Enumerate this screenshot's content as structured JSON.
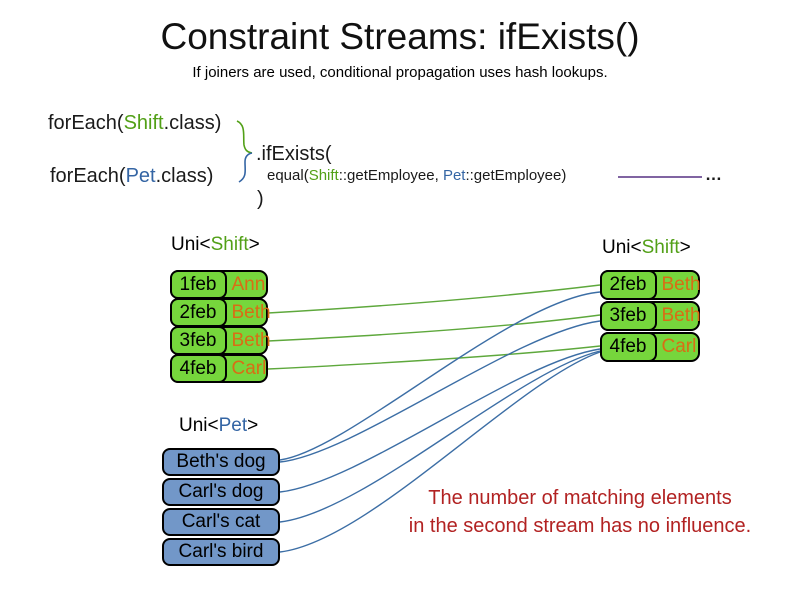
{
  "slide": {
    "title": "Constraint Streams: ifExists()",
    "subtitle": "If joiners are used, conditional propagation uses hash lookups."
  },
  "code": {
    "foreach_shift": {
      "prefix": "forEach(",
      "type": "Shift",
      "suffix": ".class)"
    },
    "foreach_pet": {
      "prefix": "forEach(",
      "type": "Pet",
      "suffix": ".class)"
    },
    "ifexists": ".ifExists(",
    "equal": {
      "prefix": "equal(",
      "type1": "Shift",
      "mid1": "::getEmployee, ",
      "type2": "Pet",
      "mid2": "::getEmployee)"
    },
    "close_paren": ")",
    "ellipsis": "…"
  },
  "left_shift_table": {
    "label": {
      "prefix": "Uni<",
      "type": "Shift",
      "suffix": ">"
    },
    "rows": [
      {
        "date": "1feb",
        "name": "Ann"
      },
      {
        "date": "2feb",
        "name": "Beth"
      },
      {
        "date": "3feb",
        "name": "Beth"
      },
      {
        "date": "4feb",
        "name": "Carl"
      }
    ]
  },
  "right_shift_table": {
    "label": {
      "prefix": "Uni<",
      "type": "Shift",
      "suffix": ">"
    },
    "rows": [
      {
        "date": "2feb",
        "name": "Beth"
      },
      {
        "date": "3feb",
        "name": "Beth"
      },
      {
        "date": "4feb",
        "name": "Carl"
      }
    ]
  },
  "pet_table": {
    "label": {
      "prefix": "Uni<",
      "type": "Pet",
      "suffix": ">"
    },
    "rows": [
      {
        "name": "Beth's dog"
      },
      {
        "name": "Carl's dog"
      },
      {
        "name": "Carl's cat"
      },
      {
        "name": "Carl's bird"
      }
    ]
  },
  "note": {
    "line1": "The number of matching elements",
    "line2": "in the second stream has no influence."
  },
  "connections": {
    "shift_to_shift": [
      {
        "from": "2feb Beth",
        "to": "2feb Beth"
      },
      {
        "from": "3feb Beth",
        "to": "3feb Beth"
      },
      {
        "from": "4feb Carl",
        "to": "4feb Carl"
      }
    ],
    "pet_to_shift": [
      {
        "from": "Beth's dog",
        "to": "2feb Beth"
      },
      {
        "from": "Beth's dog",
        "to": "3feb Beth"
      },
      {
        "from": "Carl's dog",
        "to": "4feb Carl"
      },
      {
        "from": "Carl's cat",
        "to": "4feb Carl"
      },
      {
        "from": "Carl's bird",
        "to": "4feb Carl"
      }
    ]
  },
  "colors": {
    "shift_type_green": "#52a017",
    "pet_type_blue": "#3465a4",
    "box_green": "#76d63c",
    "box_blue": "#7297c8",
    "name_orange": "#d96d15",
    "note_red": "#b22222",
    "connector_green": "#5ea83c",
    "connector_blue": "#3c6ea5",
    "joiner_line_purple": "#8064a2"
  }
}
